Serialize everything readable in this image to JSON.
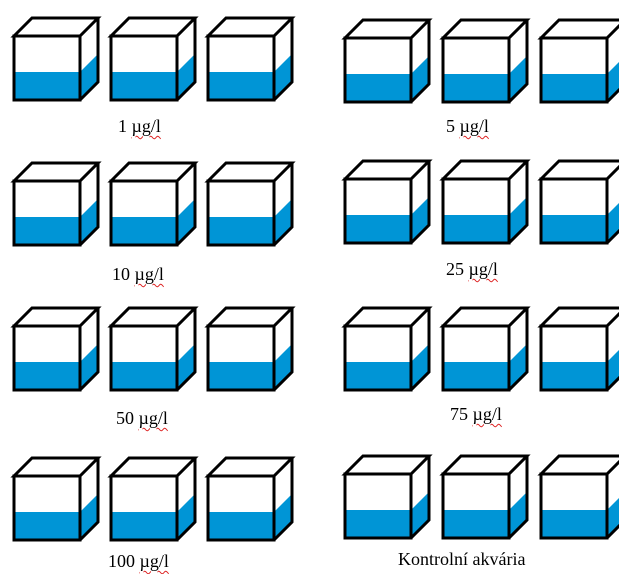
{
  "groups": [
    {
      "id": "g1",
      "number": "1",
      "unit": "µg/l"
    },
    {
      "id": "g5",
      "number": "5",
      "unit": "µg/l"
    },
    {
      "id": "g10",
      "number": "10",
      "unit": "µg/l"
    },
    {
      "id": "g25",
      "number": "25",
      "unit": "µg/l"
    },
    {
      "id": "g50",
      "number": "50",
      "unit": "µg/l"
    },
    {
      "id": "g75",
      "number": "75",
      "unit": "µg/l"
    },
    {
      "id": "g100",
      "number": "100",
      "unit": "µg/l"
    },
    {
      "id": "control",
      "text": "Kontrolní akvária"
    }
  ],
  "colors": {
    "water": "#0095d6",
    "outline": "#000000",
    "background": "#ffffff"
  }
}
